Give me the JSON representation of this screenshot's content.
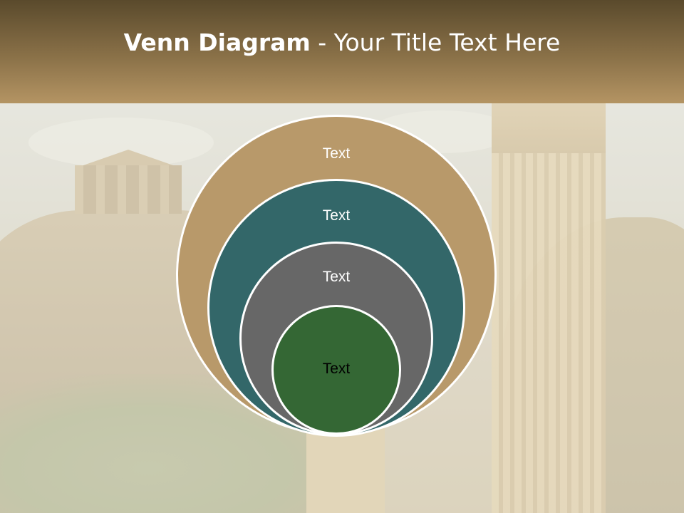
{
  "slide": {
    "title_bold": "Venn Diagram",
    "title_rest": " - Your Title Text Here"
  },
  "diagram": {
    "type": "nested-circles",
    "circles": [
      {
        "label": "Text",
        "color": "#b8996a",
        "level": "outer"
      },
      {
        "label": "Text",
        "color": "#336769",
        "level": "second"
      },
      {
        "label": "Text",
        "color": "#676767",
        "level": "third"
      },
      {
        "label": "Text",
        "color": "#346734",
        "level": "inner"
      }
    ]
  },
  "colors": {
    "title_bar": "#8a7148",
    "title_text": "#ffffff",
    "circle_border": "#ffffff"
  }
}
